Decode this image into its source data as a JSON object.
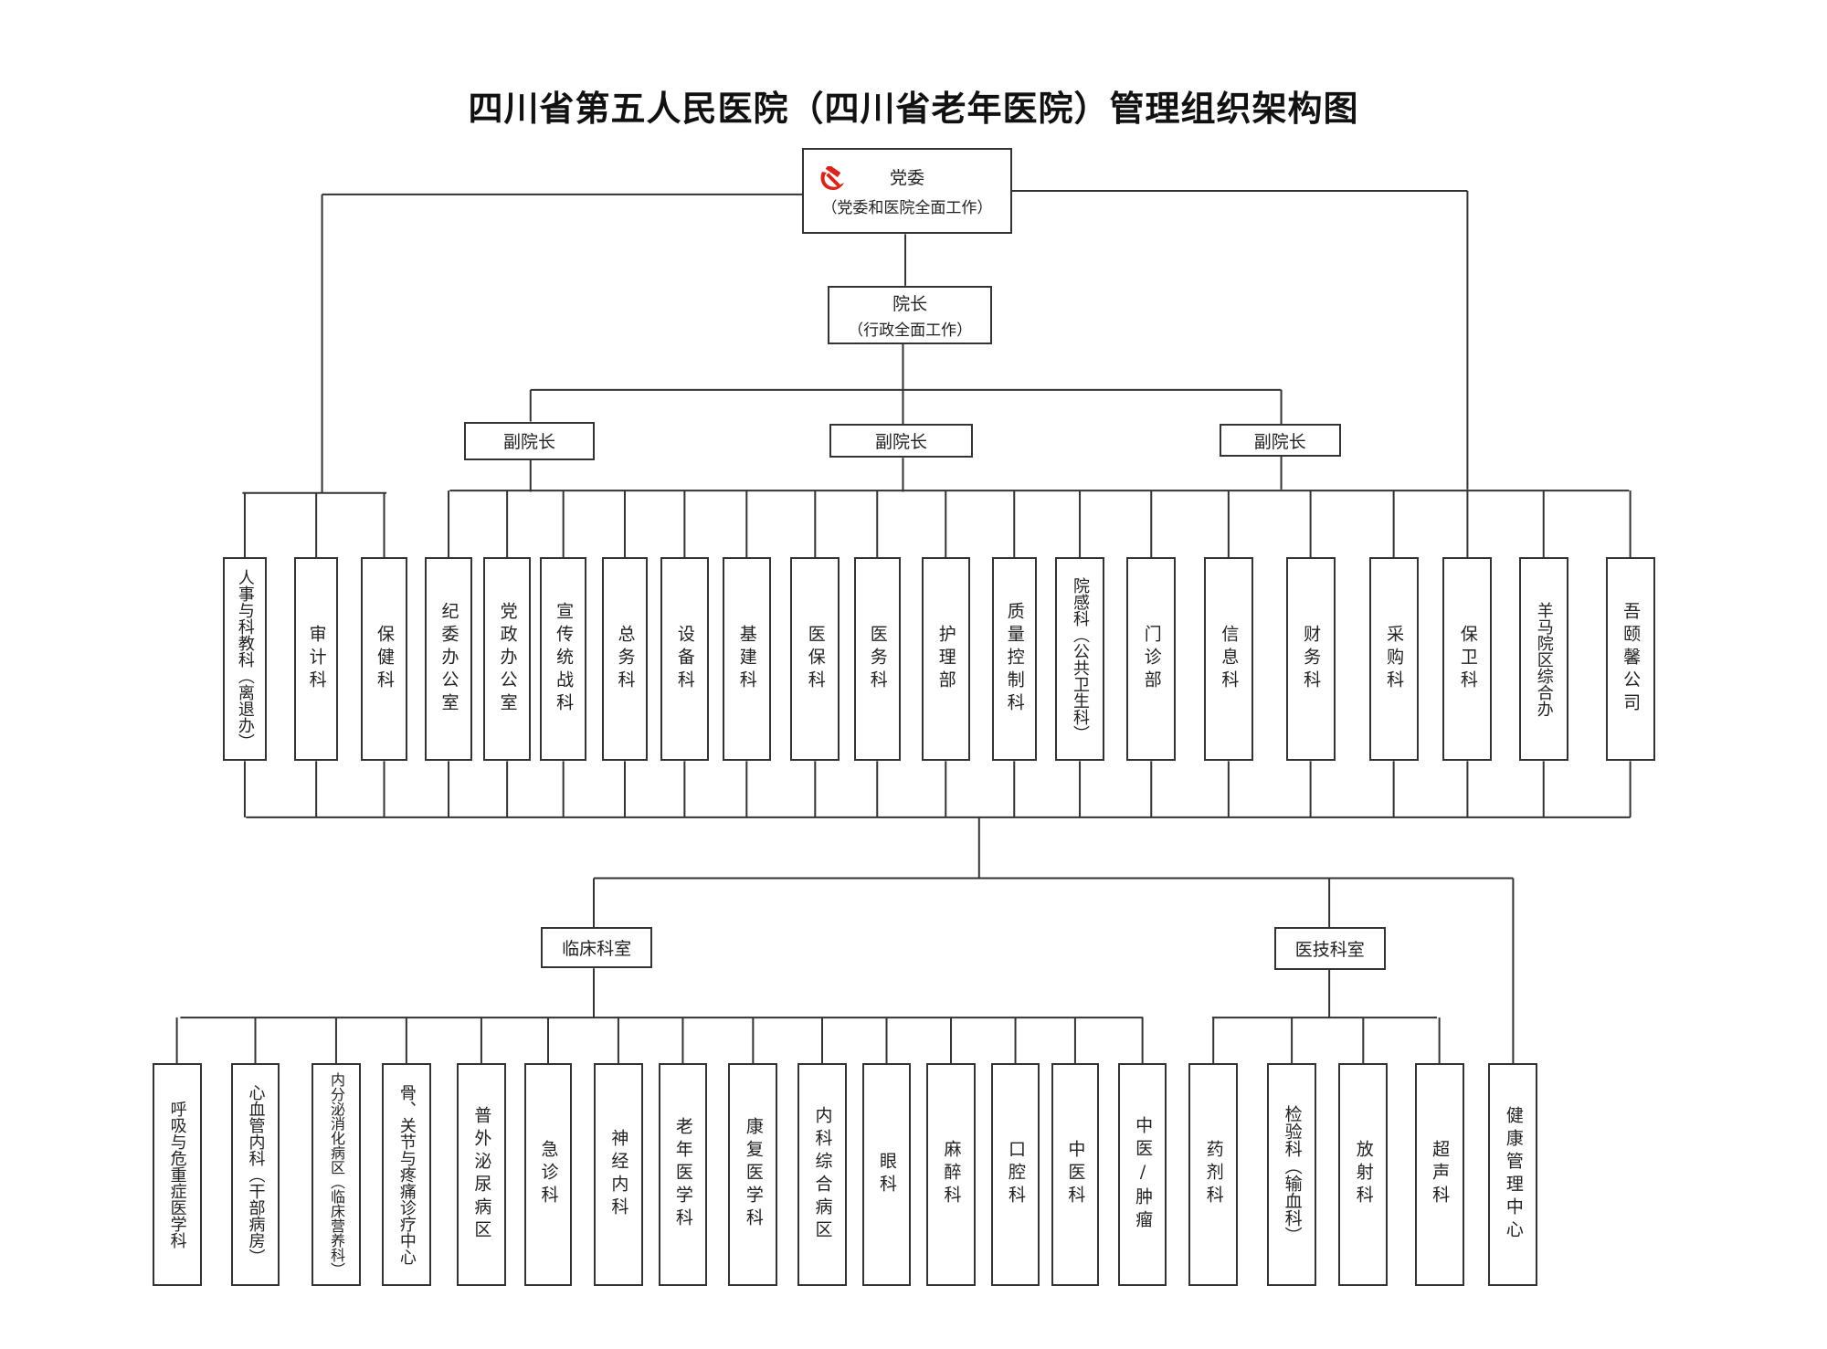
{
  "title": "四川省第五人民医院（四川省老年医院）管理组织架构图",
  "colors": {
    "line": "#333333",
    "party_red": "#d9261c"
  },
  "party": {
    "icon": "hammer-sickle-icon",
    "label": "党委",
    "sub": "（党委和医院全面工作）"
  },
  "president": {
    "label": "院长",
    "sub": "（行政全面工作）"
  },
  "vice_presidents": [
    "副院长",
    "副院长",
    "副院长"
  ],
  "functional_departments": [
    "人事与科教科（离退办）",
    "审计科",
    "保健科",
    "纪委办公室",
    "党政办公室",
    "宣传统战科",
    "总务科",
    "设备科",
    "基建科",
    "医保科",
    "医务科",
    "护理部",
    "质量控制科",
    "院感科（公共卫生科）",
    "门诊部",
    "信息科",
    "财务科",
    "采购科",
    "保卫科",
    "羊马院区综合办",
    "吾颐馨公司"
  ],
  "clinical": {
    "label": "临床科室",
    "departments": [
      "呼吸与危重症医学科",
      "心血管内科（干部病房）",
      "内分泌消化病区（临床营养科）",
      "骨、关节与疼痛诊疗中心",
      "普外泌尿病区",
      "急诊科",
      "神经内科",
      "老年医学科",
      "康复医学科",
      "内科综合病区",
      "眼科",
      "麻醉科",
      "口腔科",
      "中医科",
      "中医/肿瘤"
    ]
  },
  "medtech": {
    "label": "医技科室",
    "departments": [
      "药剂科",
      "检验科（输血科）",
      "放射科",
      "超声科"
    ]
  },
  "health_center": "健康管理中心"
}
